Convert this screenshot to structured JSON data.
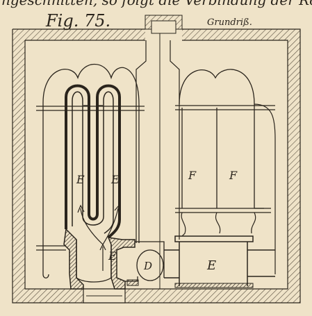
{
  "header": {
    "cut_text": "ngeschnitten, so folgt die Verbindung der Rohre",
    "figure_label": "Fig. 75.",
    "view_label": "Grundriß."
  },
  "labels": {
    "e_left_outer": "E",
    "e_left_inner": "E",
    "e_bottom": "E",
    "e_right": "E",
    "f_left": "F",
    "f_right": "F",
    "d": "D"
  },
  "colors": {
    "paper": "#efe3c8",
    "ink": "#2a241c",
    "hatch": "#5a5040"
  }
}
